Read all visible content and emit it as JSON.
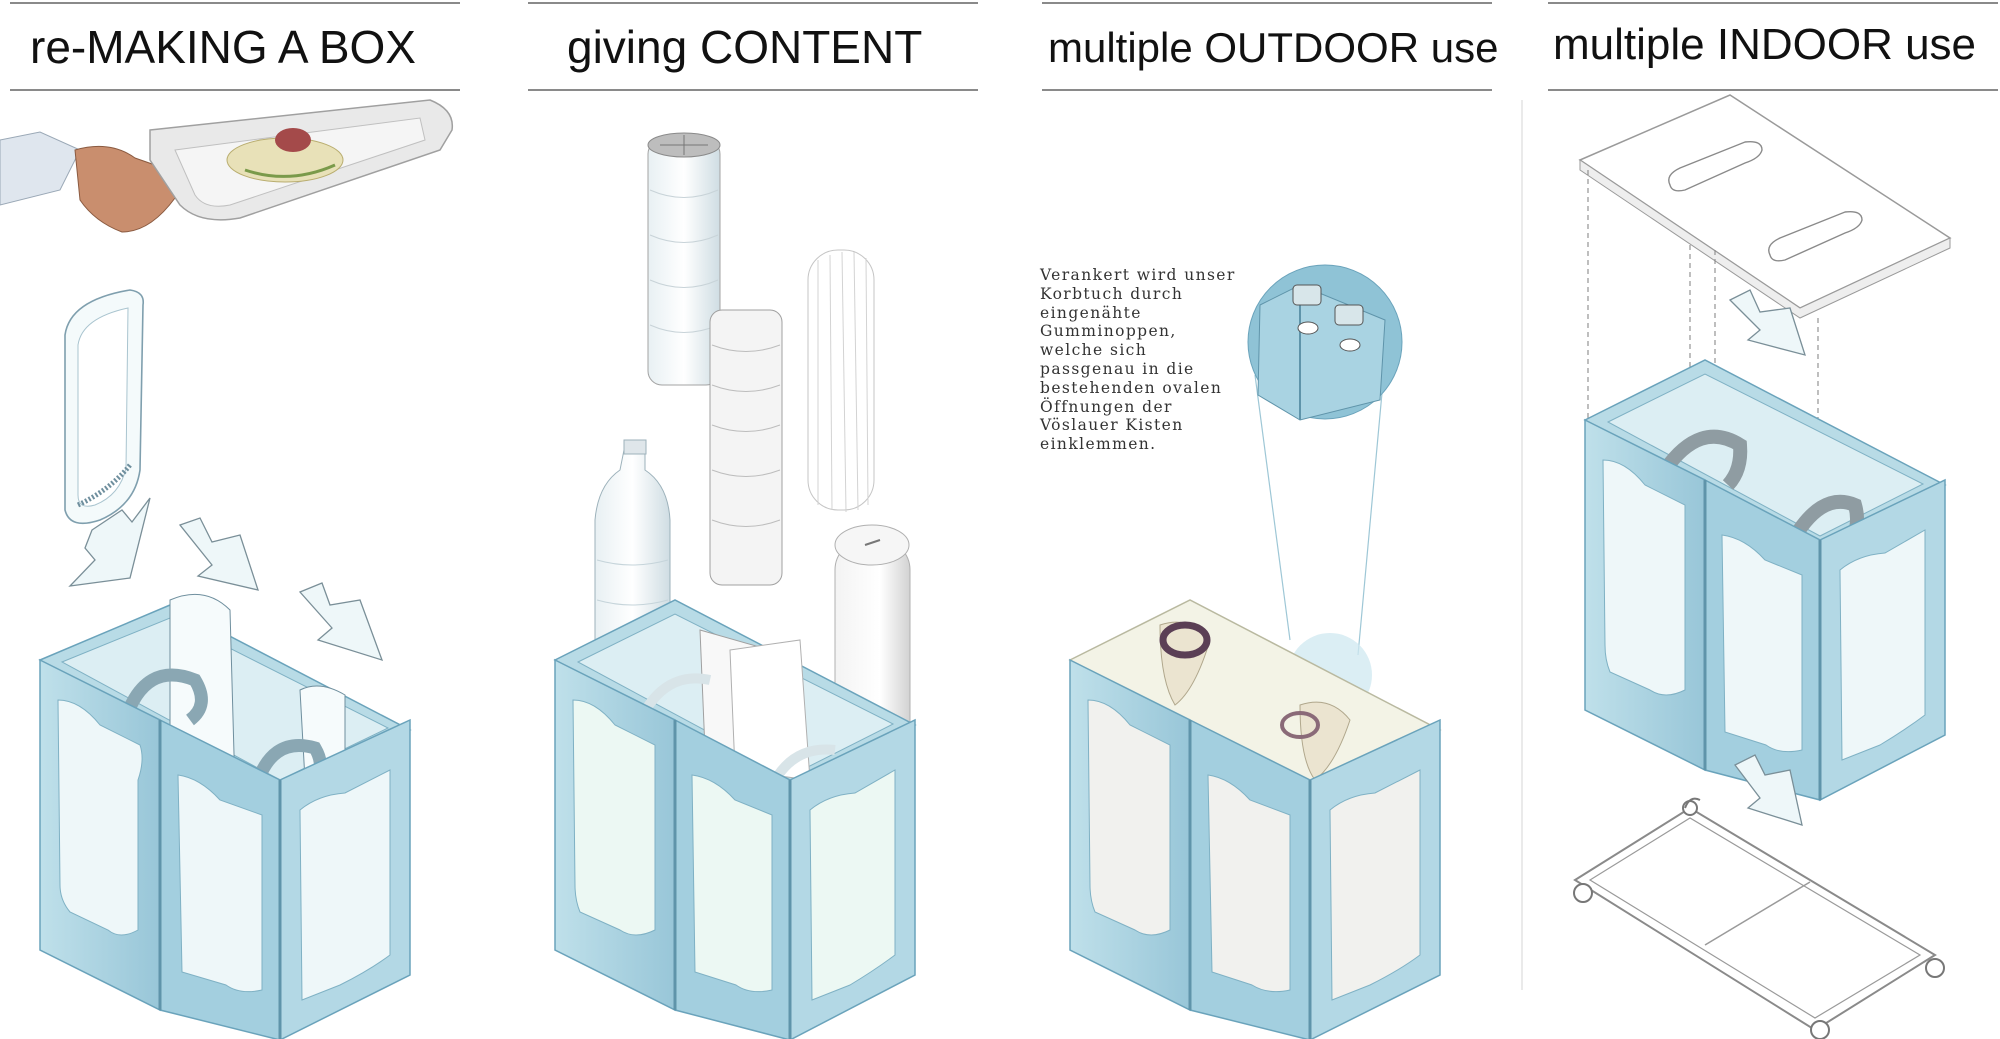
{
  "panels": [
    {
      "title": "re-MAKING A BOX"
    },
    {
      "title": "giving CONTENT"
    },
    {
      "title": "multiple OUTDOOR use"
    },
    {
      "title": "multiple INDOOR use"
    }
  ],
  "annotation": {
    "text": "Verankert wird unser\nKorbtuch durch\neingenähte\nGumminoppen,\nwelche sich\npassgenau in die\nbestehenden ovalen\nÖffnungen der\nVöslauer Kisten\neinklemmen."
  },
  "colors": {
    "box_blue": "#a9d3e2",
    "box_edge": "#6aa3bb",
    "window": "#eef7f9",
    "cloth": "#f3f3e6",
    "line_grey": "#8a8a8a"
  }
}
